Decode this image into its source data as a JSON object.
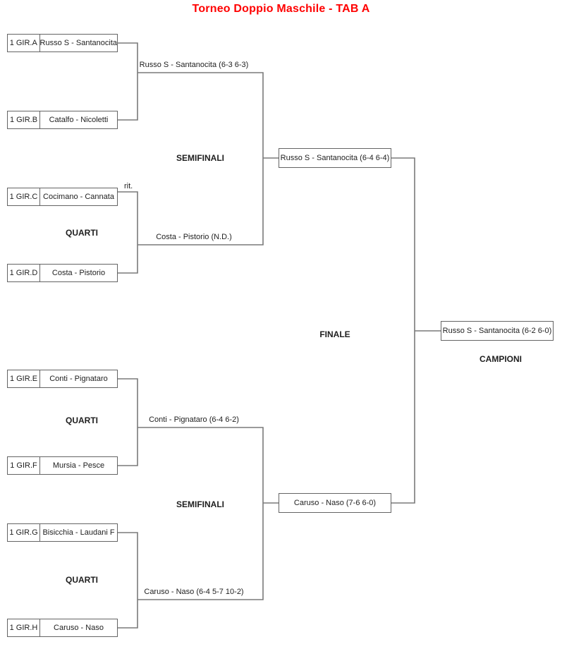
{
  "title": "Torneo Doppio Maschile - TAB A",
  "colors": {
    "title_red": "#FF0000",
    "connector_gray": "#7A7A7A",
    "box_border_gray": "#646464",
    "text_black": "#1E1E1E",
    "background": "#FFFFFF"
  },
  "bracket": {
    "labels": {
      "semifinali": "SEMIFINALI",
      "quarti": "QUARTI",
      "finale": "FINALE",
      "campioni": "CAMPIONI",
      "retired_note": "rit."
    },
    "round1": [
      {
        "seed": "1 GIR.A",
        "team": "Russo S - Santanocita"
      },
      {
        "seed": "1 GIR.B",
        "team": "Catalfo - Nicoletti"
      },
      {
        "seed": "1 GIR.C",
        "team": "Cocimano - Cannata"
      },
      {
        "seed": "1 GIR.D",
        "team": "Costa - Pistorio"
      },
      {
        "seed": "1 GIR.E",
        "team": "Conti - Pignataro"
      },
      {
        "seed": "1 GIR.F",
        "team": "Mursia - Pesce"
      },
      {
        "seed": "1 GIR.G",
        "team": "Bisicchia - Laudani F"
      },
      {
        "seed": "1 GIR.H",
        "team": "Caruso - Naso"
      }
    ],
    "quarti_winners": [
      "Russo S - Santanocita (6-3 6-3)",
      "Costa - Pistorio (N.D.)",
      "Conti - Pignataro (6-4 6-2)",
      "Caruso - Naso (6-4 5-7 10-2)"
    ],
    "semifinali_winners": [
      "Russo S - Santanocita (6-4 6-4)",
      "Caruso - Naso (7-6 6-0)"
    ],
    "finale_winner": "Russo S - Santanocita (6-2 6-0)"
  }
}
